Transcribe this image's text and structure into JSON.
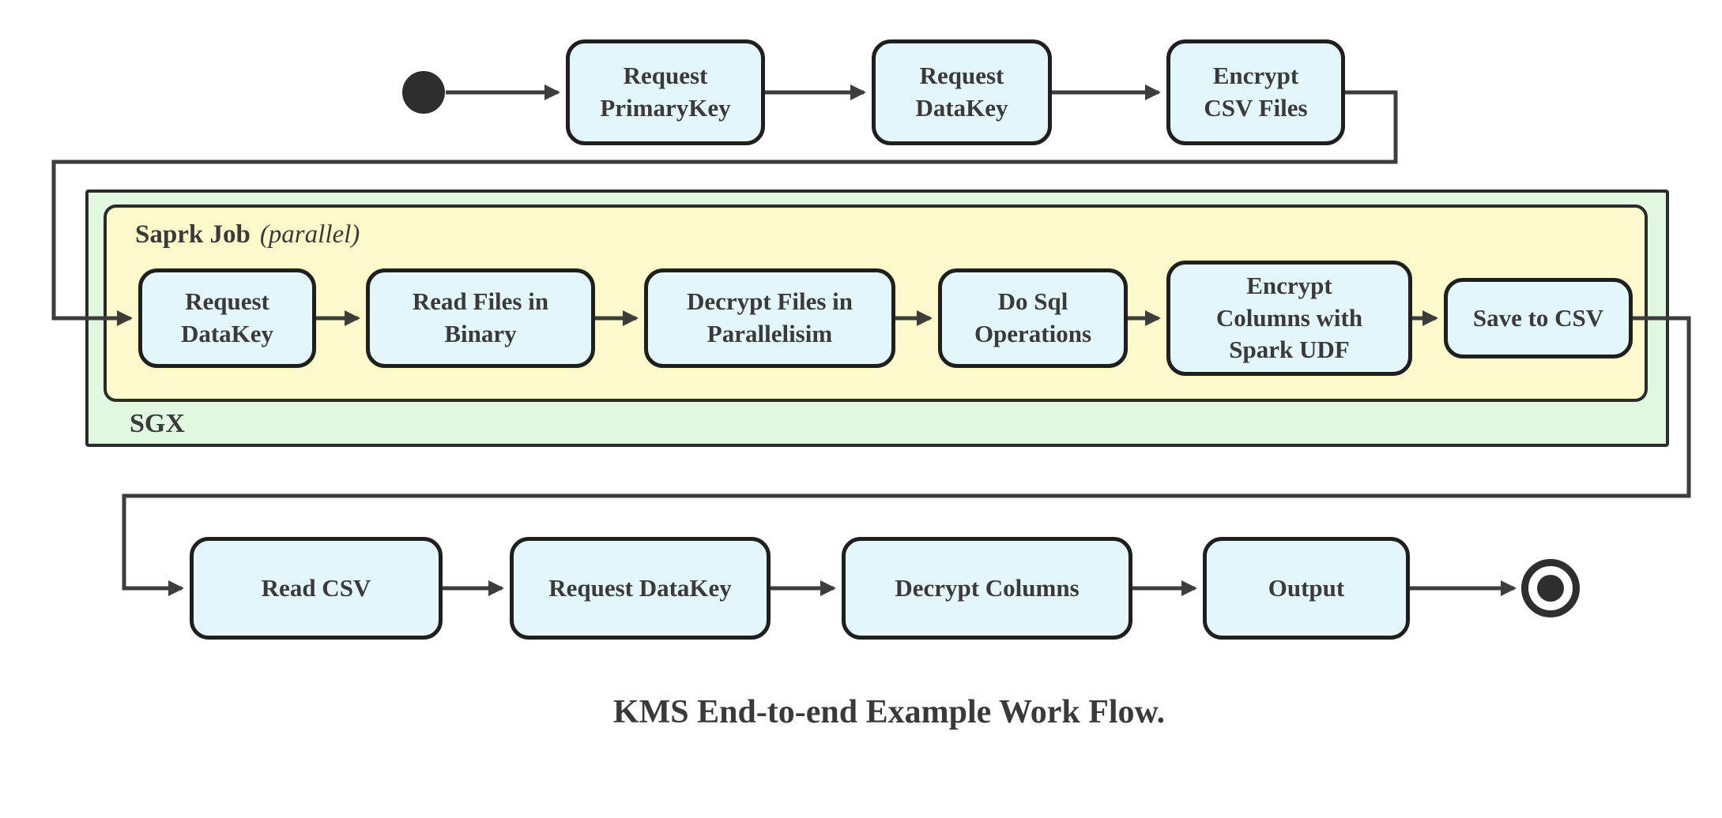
{
  "caption": "KMS End-to-end Example Work Flow.",
  "containers": {
    "sgx_label": "SGX",
    "spark_label": "Saprk Job",
    "spark_mode": "(parallel)"
  },
  "nodes": {
    "top": [
      {
        "label": "Request\nPrimaryKey"
      },
      {
        "label": "Request\nDataKey"
      },
      {
        "label": "Encrypt\nCSV Files"
      }
    ],
    "spark": [
      {
        "label": "Request\nDataKey"
      },
      {
        "label": "Read Files in\nBinary"
      },
      {
        "label": "Decrypt Files in\nParallelisim"
      },
      {
        "label": "Do Sql\nOperations"
      },
      {
        "label": "Encrypt\nColumns with\nSpark UDF"
      },
      {
        "label": "Save to CSV"
      }
    ],
    "bottom": [
      {
        "label": "Read CSV"
      },
      {
        "label": "Request DataKey"
      },
      {
        "label": "Decrypt Columns"
      },
      {
        "label": "Output"
      }
    ]
  },
  "markers": {
    "start_node": "initial-state",
    "end_node": "final-state"
  },
  "colors": {
    "node_fill": "#e3f6fa",
    "node_border": "#1f1f1f",
    "edge": "#3d3d3d",
    "sgx_fill": "#e1f7df",
    "spark_fill": "#fcf9cb",
    "text": "#3a3a3a"
  }
}
